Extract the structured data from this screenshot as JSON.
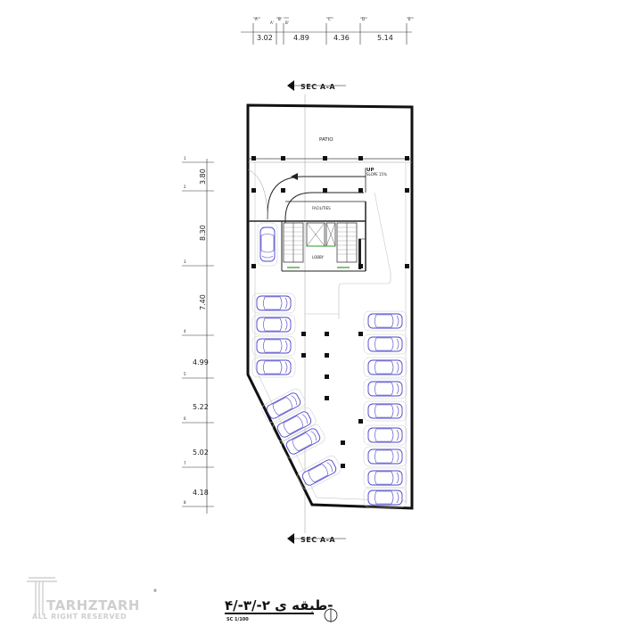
{
  "top_grid": {
    "axis_labels": [
      "A",
      "A'",
      "B",
      "B'",
      "C",
      "D",
      "E"
    ],
    "spans": [
      "3.02",
      "4.89",
      "4.36",
      "5.14"
    ]
  },
  "left_grid": {
    "axis_labels": [
      "1",
      "2",
      "3",
      "4",
      "5",
      "6",
      "7",
      "8"
    ],
    "spans": [
      "3.80",
      "8.30",
      "7.40",
      "4.99",
      "5.22",
      "5.02",
      "4.18"
    ]
  },
  "section_marks": {
    "top": "SEC A-A",
    "bottom": "SEC A-A"
  },
  "rooms": {
    "patio": "PATIO",
    "facilities": "FACILITIES",
    "lobby": "LOBBY"
  },
  "ramp": {
    "up": "UP",
    "slope": "SLOPE 15%"
  },
  "title_block": {
    "title": "طبقه ی ۲-/۳-/۴-",
    "scale": "SC 1/100"
  },
  "watermark": {
    "brand": "TARHZTARH",
    "rights": "ALL RIGHT RESERVED",
    "registered": "®"
  }
}
